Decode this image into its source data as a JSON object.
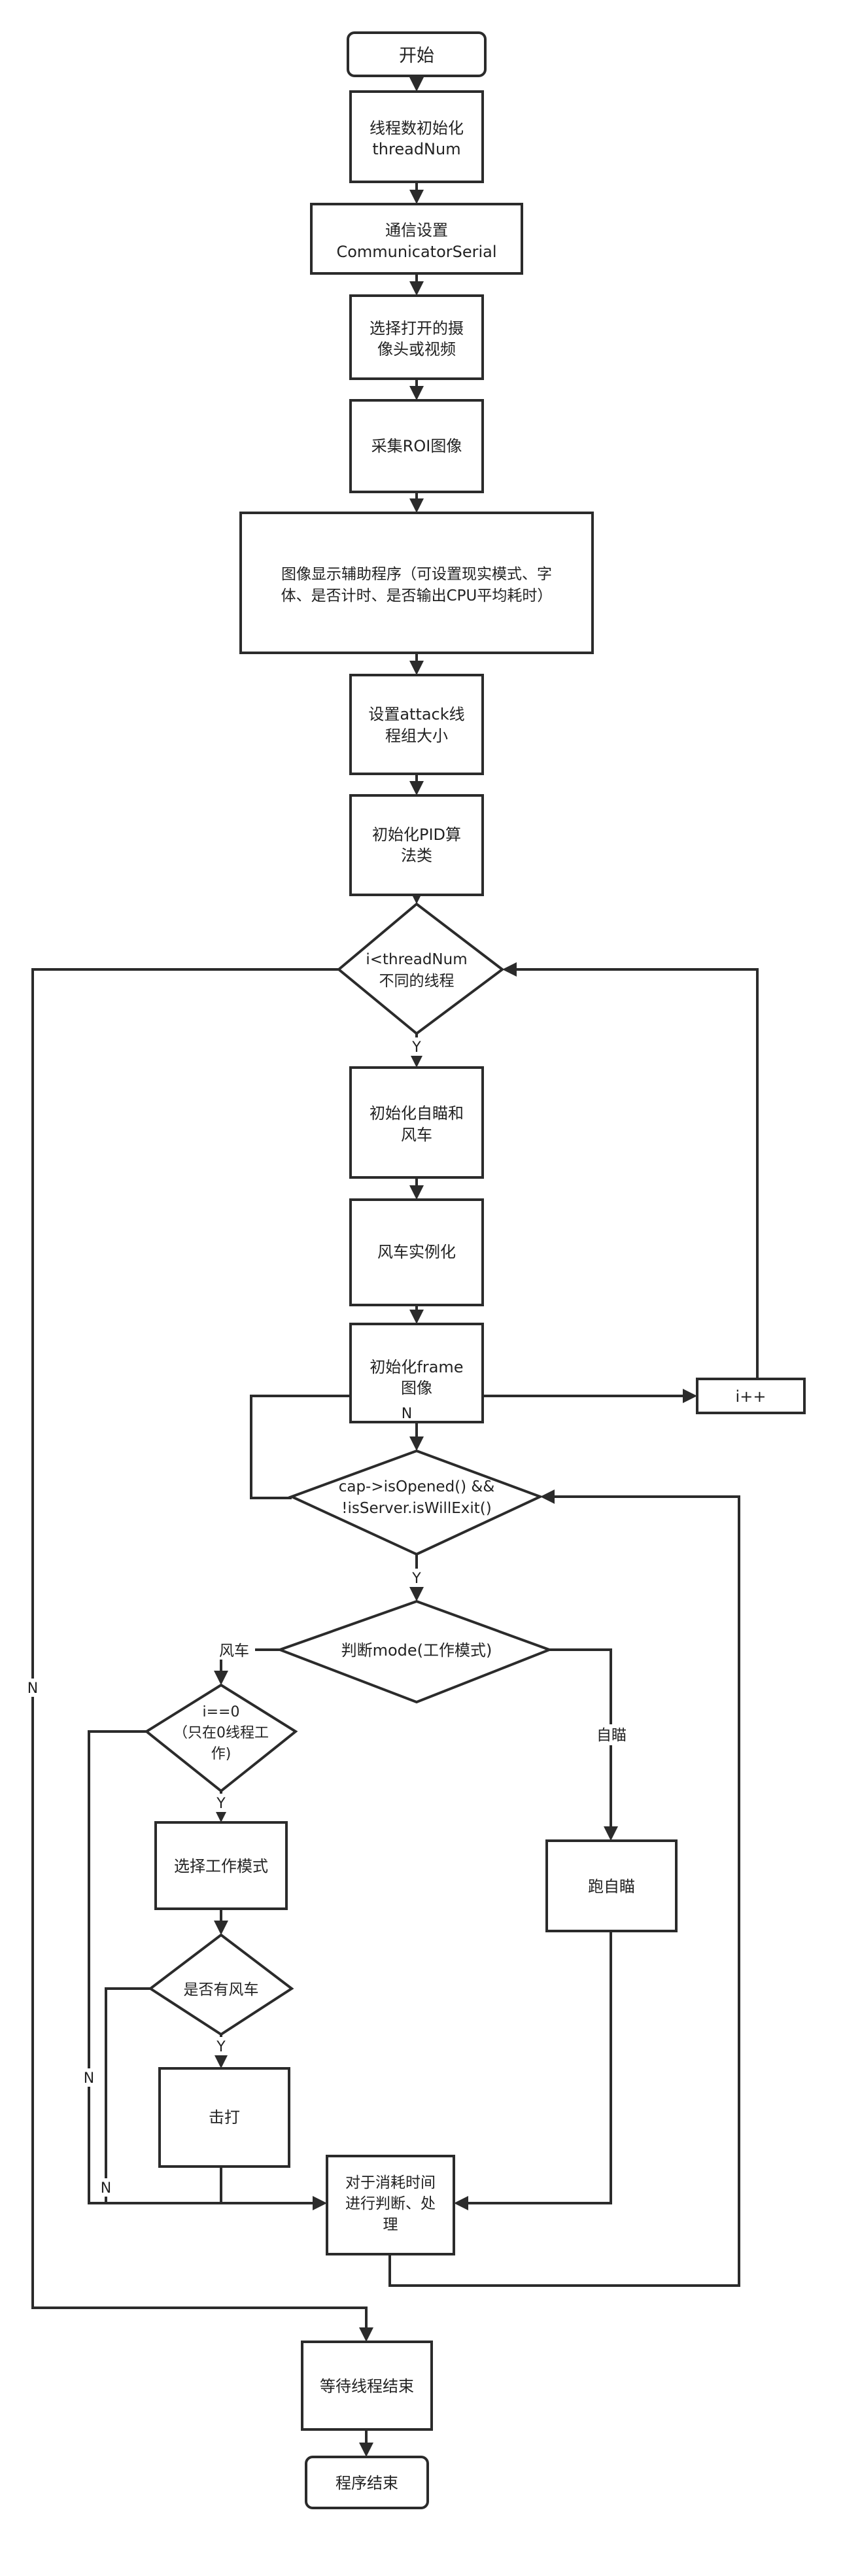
{
  "nodes": {
    "start": "开始",
    "init_thread": [
      "线程数初始化",
      "threadNum"
    ],
    "comm": [
      "通信设置",
      "CommunicatorSerial"
    ],
    "select_cam": [
      "选择打开的摄",
      "像头或视频"
    ],
    "roi": "采集ROI图像",
    "display": [
      "图像显示辅助程序（可设置现实模式、字",
      "体、是否计时、是否输出CPU平均耗时）"
    ],
    "attack": [
      "设置attack线",
      "程组大小"
    ],
    "pid": [
      "初始化PID算",
      "法类"
    ],
    "loop_cond": [
      "i<threadNum",
      "不同的线程"
    ],
    "init_aim": [
      "初始化自瞄和",
      "风车"
    ],
    "windmill_inst": "风车实例化",
    "init_frame": [
      "初始化frame",
      "图像"
    ],
    "iinc": "i++",
    "cap_cond": [
      "cap->isOpened() &&",
      "!isServer.isWillExit()"
    ],
    "mode": "判断mode(工作模式)",
    "i0": [
      "i==0",
      "（只在0线程工",
      "作)"
    ],
    "select_mode": "选择工作模式",
    "has_windmill": "是否有风车",
    "hit": "击打",
    "run_aim": "跑自瞄",
    "time_check": [
      "对于消耗时间",
      "进行判断、处",
      "理"
    ],
    "wait_end": "等待线程结束",
    "end": "程序结束"
  },
  "edge_labels": {
    "y1": "Y",
    "y2": "Y",
    "y3": "Y",
    "y4": "Y",
    "n_loop_exit": "N",
    "n_cap": "N",
    "n_i0": "N",
    "n_windmill": "N",
    "windmill_branch": "风车",
    "aim_branch": "自瞄"
  }
}
